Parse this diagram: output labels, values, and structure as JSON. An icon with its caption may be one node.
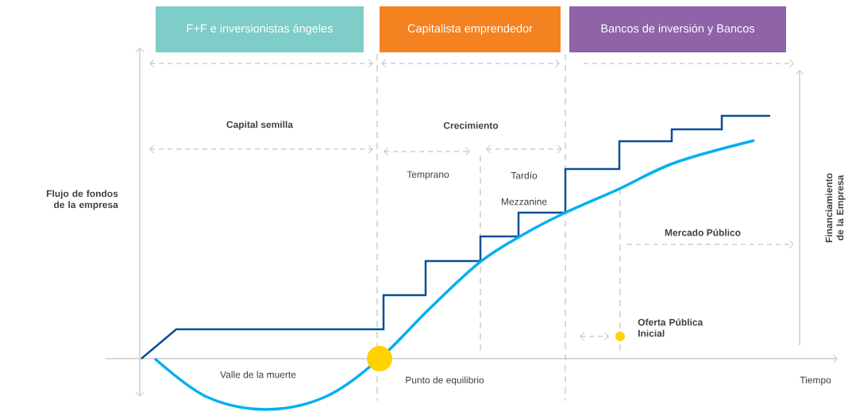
{
  "diagram": {
    "nodes": [
      {
        "text": [
          "F+F e inversionistas ángeles"
        ]
      },
      {
        "text": [
          "Capitalista emprendedor"
        ]
      },
      {
        "text": [
          "Bancos de inversión y Bancos"
        ]
      }
    ],
    "labels": [
      "Capital semilla",
      "Crecimiento",
      "Temprano",
      "Tardío",
      "Mezzanine",
      "Flujo de fondos de la empresa",
      "Financiamiento de la Empresa",
      "Mercado Público",
      "Oferta Pública Inicial",
      "Valle de la muerte",
      "Punto de equilibrio",
      "Tiempo"
    ]
  }
}
